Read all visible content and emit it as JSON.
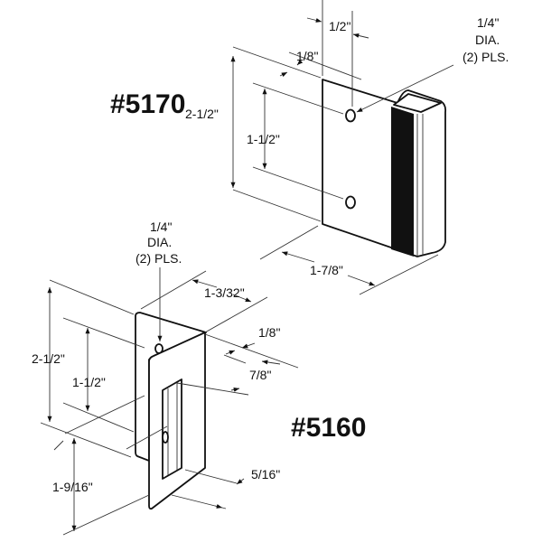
{
  "parts": [
    {
      "model": "#5170",
      "dimensions": {
        "hole_offset": "1/2\"",
        "hole_note": [
          "1/4\"",
          "DIA.",
          "(2) PLS."
        ],
        "thickness": "1/8\"",
        "height": "2-1/2\"",
        "hole_spacing": "1-1/2\"",
        "width": "1-7/8\""
      }
    },
    {
      "model": "#5160",
      "dimensions": {
        "hole_note": [
          "1/4\"",
          "DIA.",
          "(2) PLS."
        ],
        "depth": "1-3/32\"",
        "thickness": "1/8\"",
        "height": "2-1/2\"",
        "hole_spacing": "1-1/2\"",
        "flange": "7/8\"",
        "slot_offset": "5/16\"",
        "slot_height": "1-9/16\""
      }
    }
  ]
}
